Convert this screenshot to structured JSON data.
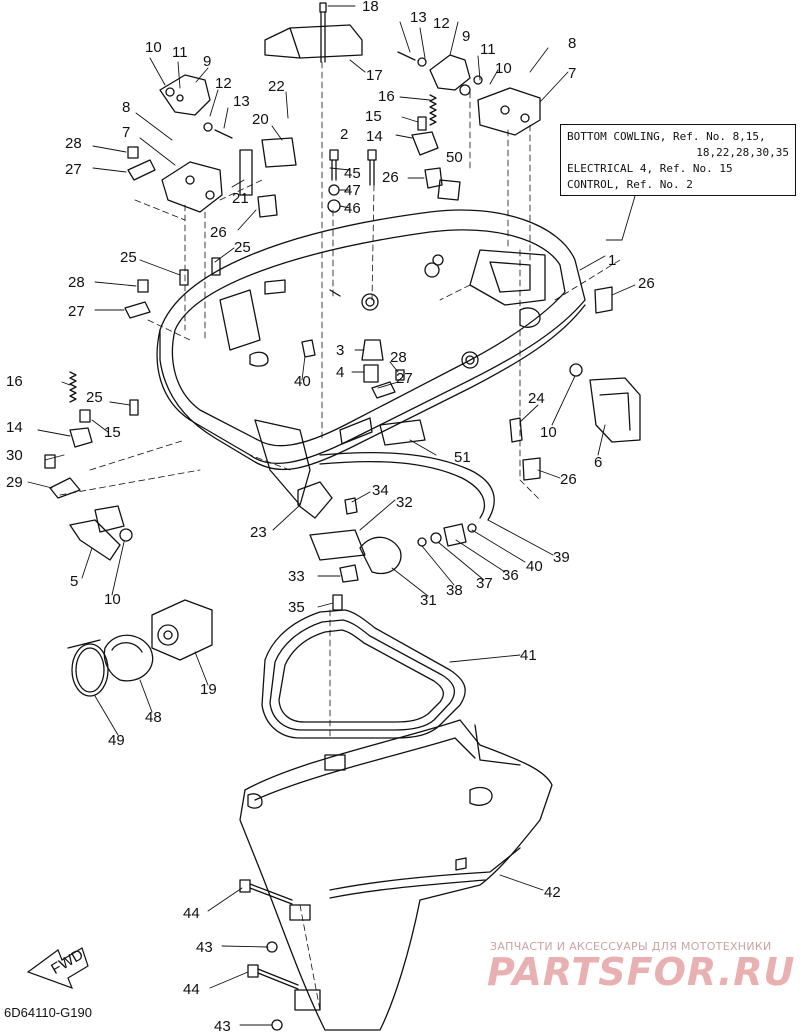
{
  "reference_box": {
    "line1": "BOTTOM COWLING, Ref. No. 8,15,",
    "line2": "18,22,28,30,35",
    "line3": "ELECTRICAL 4, Ref. No. 15",
    "line4": "CONTROL, Ref. No. 2"
  },
  "diagram_code": "6D64110-G190",
  "fwd_label": "FWD",
  "watermark": {
    "tagline": "ЗАПЧАСТИ И АКСЕССУАРЫ ДЛЯ МОТОТЕХНИКИ",
    "brand": "PARTSFOR.RU"
  },
  "callouts": [
    {
      "id": "c18",
      "text": "18"
    },
    {
      "id": "c17",
      "text": "17"
    },
    {
      "id": "c13a",
      "text": "13"
    },
    {
      "id": "c12a",
      "text": "12"
    },
    {
      "id": "c9a",
      "text": "9"
    },
    {
      "id": "c11a",
      "text": "11"
    },
    {
      "id": "c10a",
      "text": "10"
    },
    {
      "id": "c8a",
      "text": "8"
    },
    {
      "id": "c7a",
      "text": "7"
    },
    {
      "id": "c16a",
      "text": "16"
    },
    {
      "id": "c15a",
      "text": "15"
    },
    {
      "id": "c14a",
      "text": "14"
    },
    {
      "id": "c2",
      "text": "2"
    },
    {
      "id": "c50",
      "text": "50"
    },
    {
      "id": "c10b",
      "text": "10"
    },
    {
      "id": "c11b",
      "text": "11"
    },
    {
      "id": "c9b",
      "text": "9"
    },
    {
      "id": "c12b",
      "text": "12"
    },
    {
      "id": "c13b",
      "text": "13"
    },
    {
      "id": "c22",
      "text": "22"
    },
    {
      "id": "c20",
      "text": "20"
    },
    {
      "id": "c8b",
      "text": "8"
    },
    {
      "id": "c7b",
      "text": "7"
    },
    {
      "id": "c28a",
      "text": "28"
    },
    {
      "id": "c27a",
      "text": "27"
    },
    {
      "id": "c45",
      "text": "45"
    },
    {
      "id": "c47",
      "text": "47"
    },
    {
      "id": "c46",
      "text": "46"
    },
    {
      "id": "c26a",
      "text": "26"
    },
    {
      "id": "c21",
      "text": "21"
    },
    {
      "id": "c26b",
      "text": "26"
    },
    {
      "id": "c25a",
      "text": "25"
    },
    {
      "id": "c25b",
      "text": "25"
    },
    {
      "id": "c1",
      "text": "1"
    },
    {
      "id": "c26c",
      "text": "26"
    },
    {
      "id": "c28b",
      "text": "28"
    },
    {
      "id": "c27b",
      "text": "27"
    },
    {
      "id": "c3",
      "text": "3"
    },
    {
      "id": "c28c",
      "text": "28"
    },
    {
      "id": "c4",
      "text": "4"
    },
    {
      "id": "c27c",
      "text": "27"
    },
    {
      "id": "c40a",
      "text": "40"
    },
    {
      "id": "c16b",
      "text": "16"
    },
    {
      "id": "c25c",
      "text": "25"
    },
    {
      "id": "c15b",
      "text": "15"
    },
    {
      "id": "c14b",
      "text": "14"
    },
    {
      "id": "c24",
      "text": "24"
    },
    {
      "id": "c10c",
      "text": "10"
    },
    {
      "id": "c6",
      "text": "6"
    },
    {
      "id": "c30",
      "text": "30"
    },
    {
      "id": "c51",
      "text": "51"
    },
    {
      "id": "c29",
      "text": "29"
    },
    {
      "id": "c26d",
      "text": "26"
    },
    {
      "id": "c34",
      "text": "34"
    },
    {
      "id": "c32",
      "text": "32"
    },
    {
      "id": "c23",
      "text": "23"
    },
    {
      "id": "c39",
      "text": "39"
    },
    {
      "id": "c40b",
      "text": "40"
    },
    {
      "id": "c36",
      "text": "36"
    },
    {
      "id": "c37",
      "text": "37"
    },
    {
      "id": "c38",
      "text": "38"
    },
    {
      "id": "c31",
      "text": "31"
    },
    {
      "id": "c5",
      "text": "5"
    },
    {
      "id": "c33",
      "text": "33"
    },
    {
      "id": "c10d",
      "text": "10"
    },
    {
      "id": "c35",
      "text": "35"
    },
    {
      "id": "c41",
      "text": "41"
    },
    {
      "id": "c19",
      "text": "19"
    },
    {
      "id": "c48",
      "text": "48"
    },
    {
      "id": "c49",
      "text": "49"
    },
    {
      "id": "c42",
      "text": "42"
    },
    {
      "id": "c44a",
      "text": "44"
    },
    {
      "id": "c43a",
      "text": "43"
    },
    {
      "id": "c44b",
      "text": "44"
    },
    {
      "id": "c43b",
      "text": "43"
    }
  ]
}
